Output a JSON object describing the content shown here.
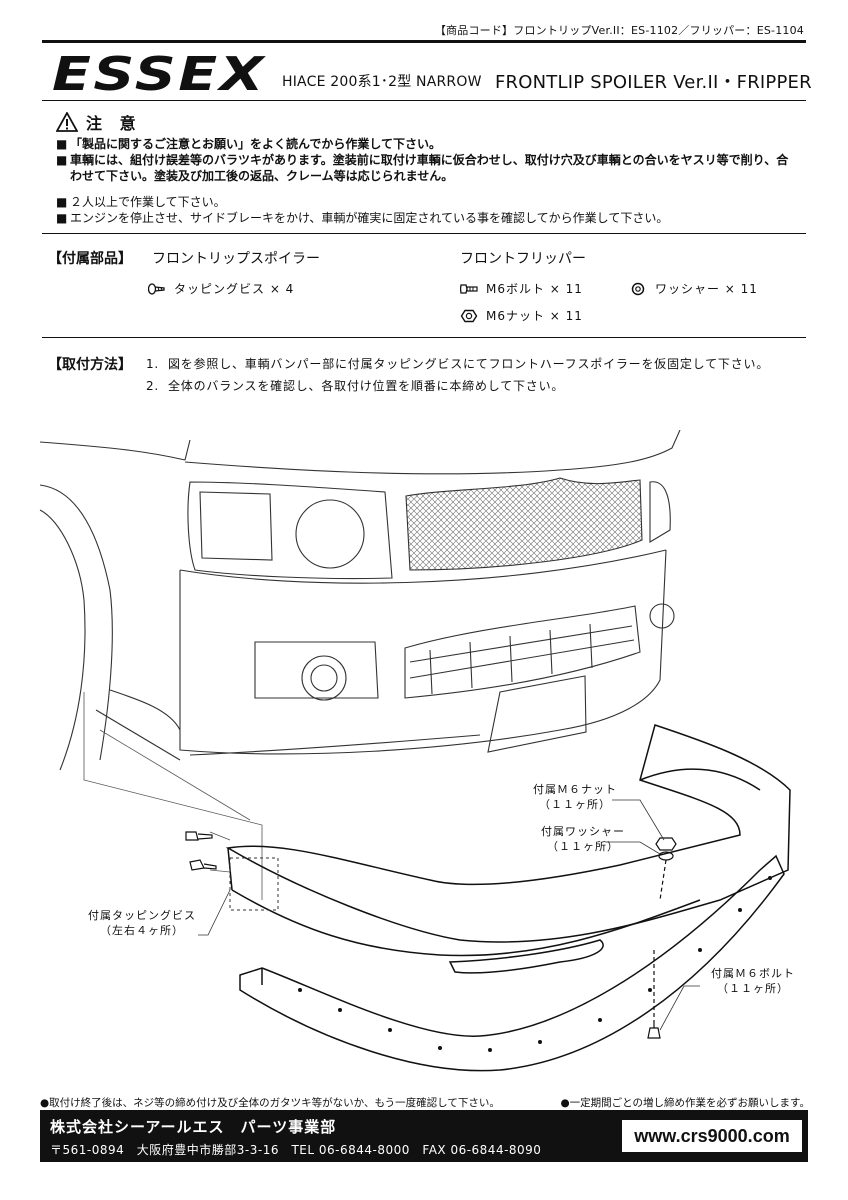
{
  "header": {
    "product_code": "【商品コード】フロントリップVer.II：ES-1102／フリッパー：ES-1104",
    "brand": "ESSEX",
    "model": "HIACE 200系1･2型 NARROW",
    "title": "FRONTLIP SPOILER Ver.II・FRIPPER"
  },
  "caution": {
    "heading": "注 意",
    "items": [
      {
        "text": "「製品に関するご注意とお願い」をよく読んでから作業して下さい。",
        "bold": true
      },
      {
        "text": "車輌には、組付け誤差等のバラツキがあります。塗装前に取付け車輌に仮合わせし、取付け穴及び車輌との合いをヤスリ等で削り、合わせて下さい。塗装及び加工後の返品、クレーム等は応じられません。",
        "bold": true
      },
      {
        "text": "２人以上で作業して下さい。",
        "bold": false
      },
      {
        "text": "エンジンを停止させ、サイドブレーキをかけ、車輌が確実に固定されている事を確認してから作業して下さい。",
        "bold": false
      }
    ],
    "bullet": "■"
  },
  "parts": {
    "label": "【付属部品】",
    "lip_title": "フロントリップスポイラー",
    "lip_items": [
      {
        "name": "タッピングビス × 4",
        "icon": "tapping-screw-icon"
      }
    ],
    "flipper_title": "フロントフリッパー",
    "flipper_items": [
      {
        "name": "M6ボルト × 11",
        "icon": "bolt-icon"
      },
      {
        "name": "ワッシャー × 11",
        "icon": "washer-icon"
      },
      {
        "name": "M6ナット × 11",
        "icon": "nut-icon"
      }
    ]
  },
  "method": {
    "label": "【取付方法】",
    "steps": [
      {
        "num": "1.",
        "text": "図を参照し、車輌バンパー部に付属タッピングビスにてフロントハーフスポイラーを仮固定して下さい。"
      },
      {
        "num": "2.",
        "text": "全体のバランスを確認し、各取付け位置を順番に本締めして下さい。"
      }
    ]
  },
  "callouts": {
    "nut": {
      "title": "付属Ｍ６ナット",
      "count": "（１１ヶ所）"
    },
    "washer": {
      "title": "付属ワッシャー",
      "count": "（１１ヶ所）"
    },
    "screw": {
      "title": "付属タッピングビス",
      "count": "（左右４ヶ所）"
    },
    "bolt": {
      "title": "付属Ｍ６ボルト",
      "count": "（１１ヶ所）"
    }
  },
  "notes": {
    "left": "●取付け終了後は、ネジ等の締め付け及び全体のガタツキ等がないか、もう一度確認して下さい。",
    "right": "●一定期間ごとの増し締め作業を必ずお願いします。"
  },
  "footer": {
    "company": "株式会社シーアールエス　パーツ事業部",
    "address": "〒561-0894　大阪府豊中市勝部3-3-16　TEL 06-6844-8000　FAX 06-6844-8090",
    "url": "www.crs9000.com"
  }
}
